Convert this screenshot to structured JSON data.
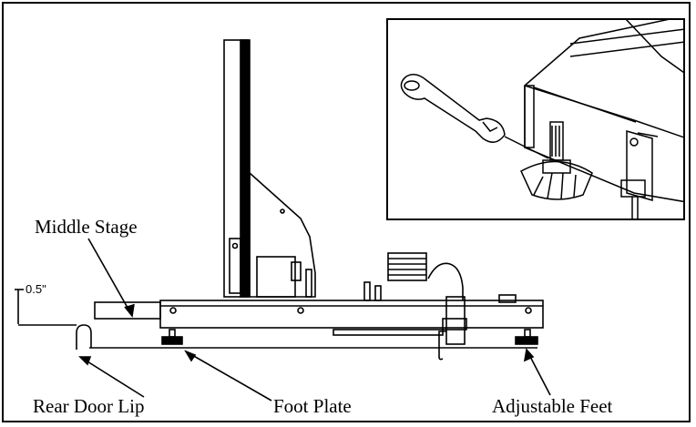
{
  "labels": {
    "middle_stage": "Middle Stage",
    "rear_door_lip": "Rear Door Lip",
    "foot_plate": "Foot Plate",
    "adjustable_feet": "Adjustable Feet",
    "dimension": "0.5\""
  },
  "icons": {
    "wrench": "wrench-icon",
    "foot": "adjustable-foot-icon"
  },
  "colors": {
    "line": "#000000",
    "background": "#ffffff"
  }
}
